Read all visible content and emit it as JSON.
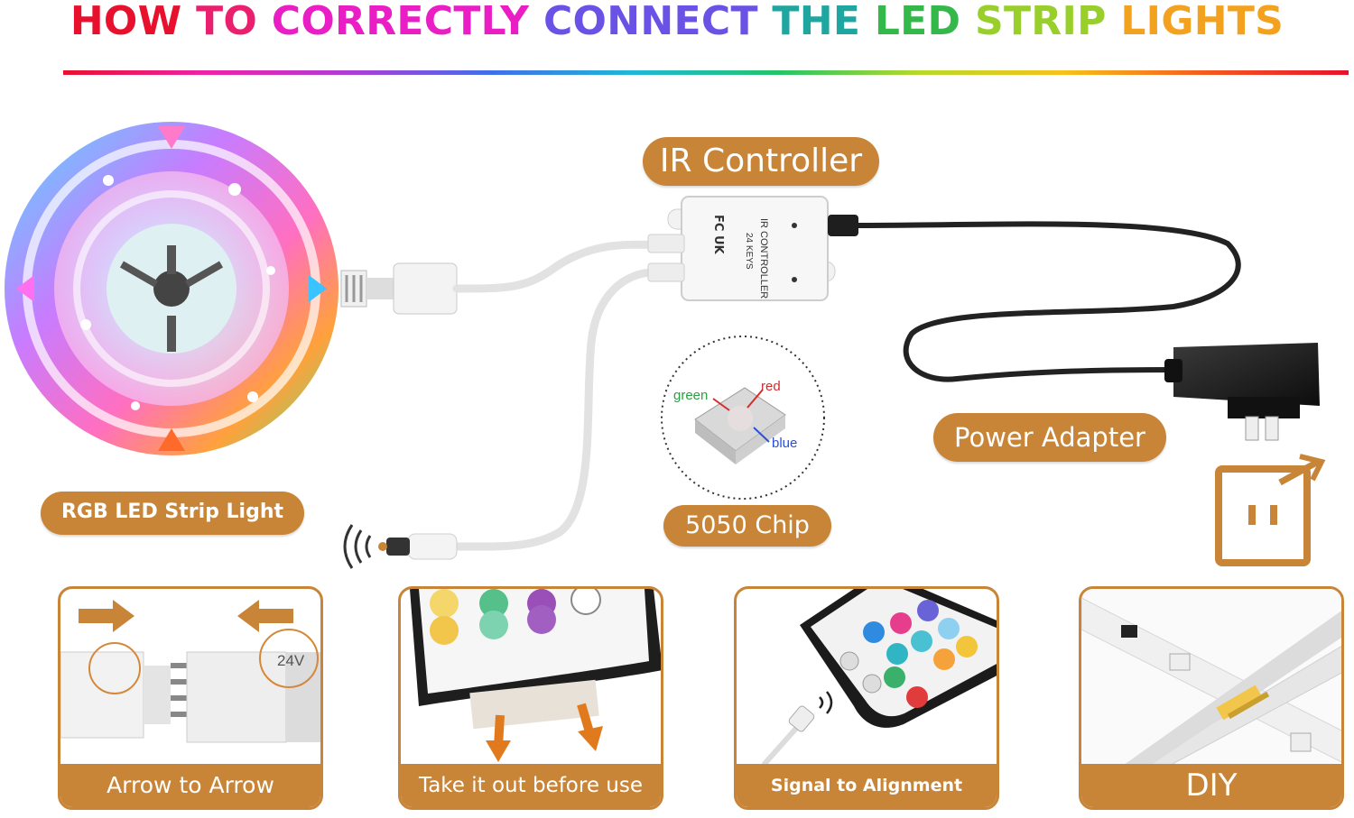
{
  "title_words": [
    {
      "text": "HOW",
      "color": "#e8112d"
    },
    {
      "text": "TO",
      "color": "#ea1f6e"
    },
    {
      "text": "CORRECTLY",
      "color": "#e91ec4"
    },
    {
      "text": "CONNECT",
      "color": "#6a52e6"
    },
    {
      "text": "THE",
      "color": "#1fa6a0"
    },
    {
      "text": "LED",
      "color": "#34b84a"
    },
    {
      "text": "STRIP",
      "color": "#98cf2a"
    },
    {
      "text": "LIGHTS",
      "color": "#f3a21f"
    }
  ],
  "labels": {
    "ir_controller": "IR Controller",
    "power_adapter": "Power Adapter",
    "rgb_strip": "RGB LED Strip Light",
    "chip": "5050 Chip"
  },
  "chip_colors": {
    "green": "green",
    "red": "red",
    "blue": "blue"
  },
  "controller_text": {
    "keys": "24 KEYS",
    "name": "IR CONTROLLER"
  },
  "panels": [
    {
      "caption": "Arrow to Arrow",
      "marker": "24V"
    },
    {
      "caption": "Take it out before use"
    },
    {
      "caption": "Signal to Alignment"
    },
    {
      "caption": "DIY"
    }
  ],
  "colors": {
    "accent": "#c88537",
    "cable": "#e6e6e6"
  }
}
